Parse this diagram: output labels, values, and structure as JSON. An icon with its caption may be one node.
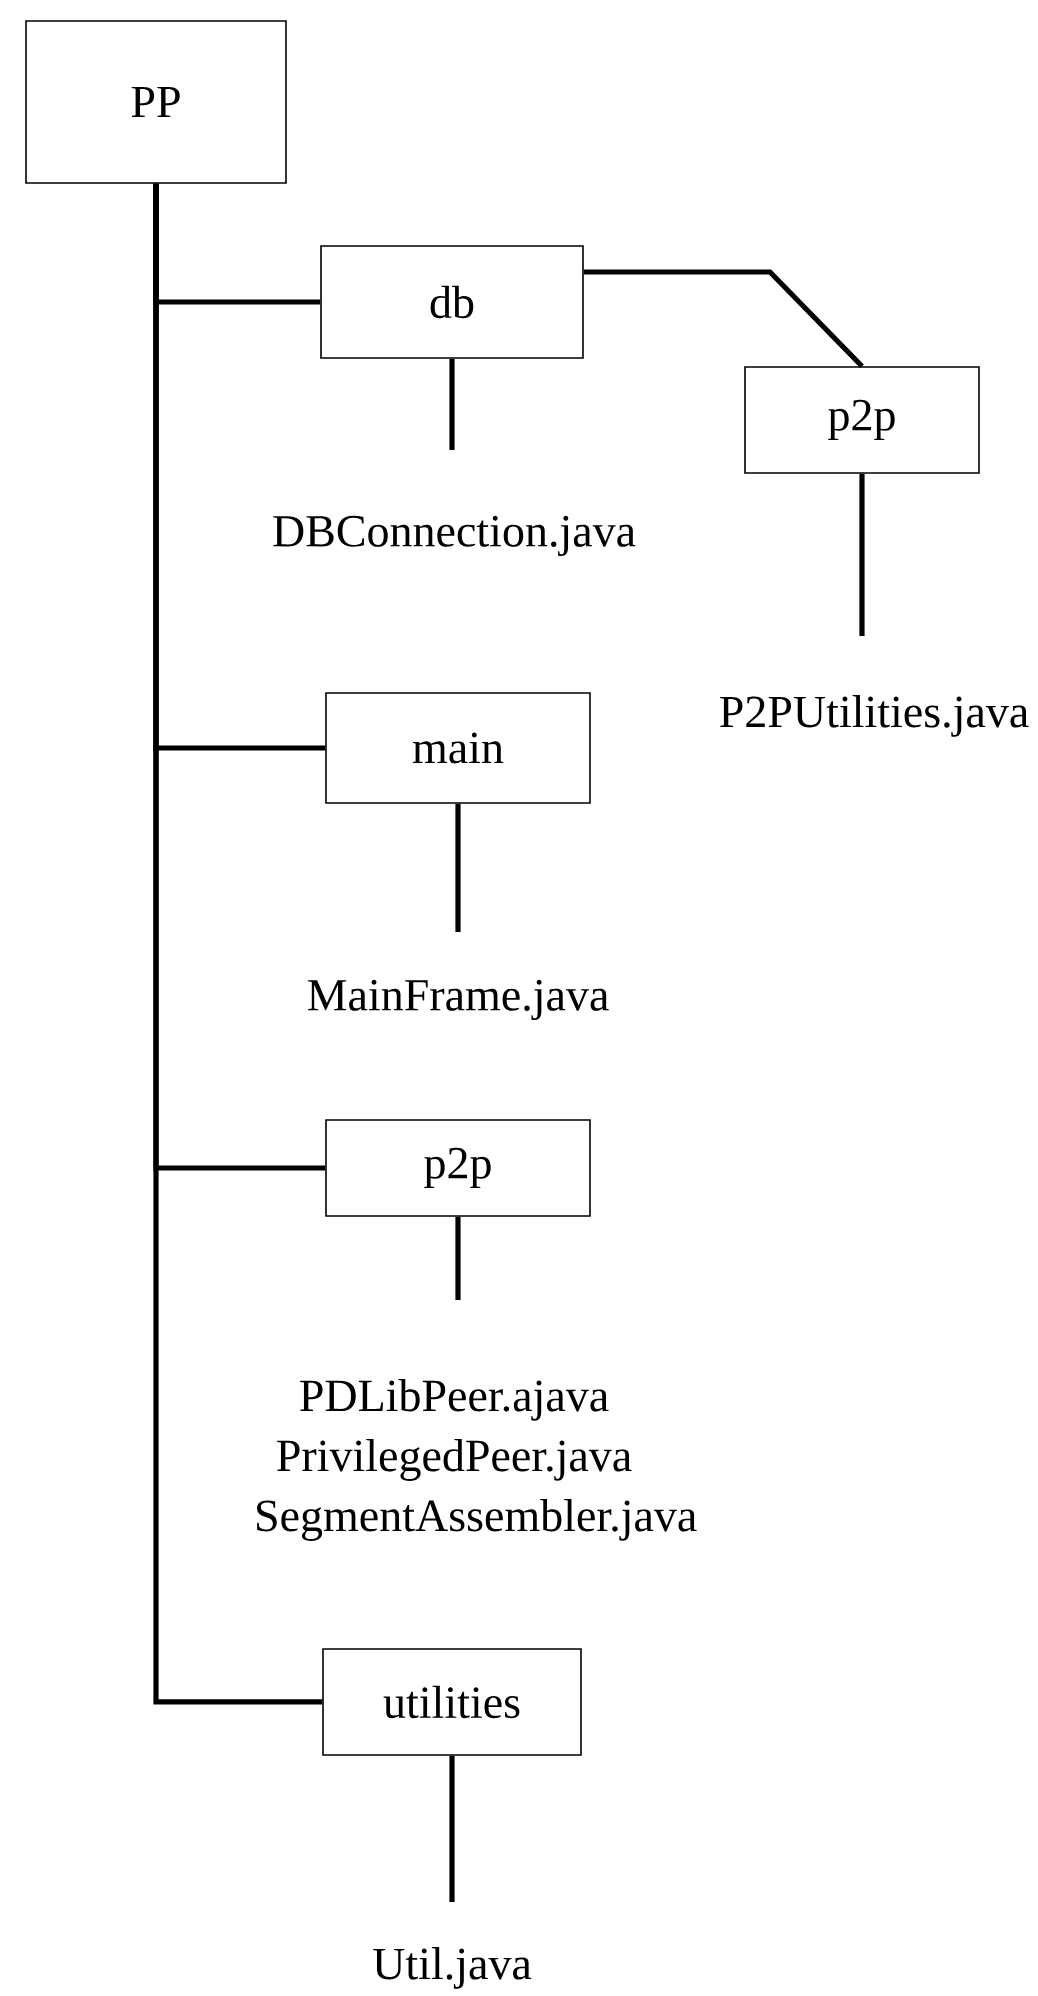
{
  "diagram": {
    "nodes": [
      {
        "text": [
          "PP"
        ]
      },
      {
        "text": [
          "db"
        ]
      },
      {
        "text": [
          "p2p"
        ]
      },
      {
        "text": [
          "DBConnection.java"
        ]
      },
      {
        "text": [
          "P2PUtilities.java"
        ]
      },
      {
        "text": [
          "main"
        ]
      },
      {
        "text": [
          "MainFrame.java"
        ]
      },
      {
        "text": [
          "p2p"
        ]
      },
      {
        "text": [
          "PDLibPeer.ajava PrivilegedPeer.java SegmentAssembler.java"
        ]
      },
      {
        "text": [
          "utilities"
        ]
      },
      {
        "text": [
          "Util.java"
        ]
      }
    ],
    "edges": [
      {
        "from": 0,
        "to": 1,
        "arrow": "none"
      },
      {
        "from": 0,
        "to": 5,
        "arrow": "none"
      },
      {
        "from": 0,
        "to": 7,
        "arrow": "none"
      },
      {
        "from": 0,
        "to": 9,
        "arrow": "none"
      },
      {
        "from": 1,
        "to": 2,
        "arrow": "none"
      },
      {
        "from": 1,
        "to": 3,
        "arrow": "none"
      },
      {
        "from": 2,
        "to": 4,
        "arrow": "none"
      },
      {
        "from": 5,
        "to": 6,
        "arrow": "none"
      },
      {
        "from": 7,
        "to": 8,
        "arrow": "none"
      },
      {
        "from": 9,
        "to": 10,
        "arrow": "none"
      }
    ]
  }
}
